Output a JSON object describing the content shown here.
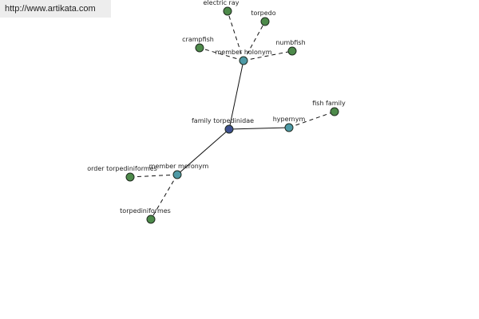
{
  "watermark": {
    "text": "http://www.artikata.com"
  },
  "colors": {
    "center": "#3d4f8f",
    "relation": "#4e9aa6",
    "term": "#4d8a4a",
    "edge": "#111111"
  },
  "graph": {
    "nodes": [
      {
        "id": "family-torpedinidae",
        "label": "family torpedinidae",
        "kind": "center"
      },
      {
        "id": "member-holonym",
        "label": "member holonym",
        "kind": "relation"
      },
      {
        "id": "hypernym",
        "label": "hypernym",
        "kind": "relation"
      },
      {
        "id": "member-meronym",
        "label": "member meronym",
        "kind": "relation"
      },
      {
        "id": "electric-ray",
        "label": "electric ray",
        "kind": "term"
      },
      {
        "id": "torpedo",
        "label": "torpedo",
        "kind": "term"
      },
      {
        "id": "crampfish",
        "label": "crampfish",
        "kind": "term"
      },
      {
        "id": "numbfish",
        "label": "numbfish",
        "kind": "term"
      },
      {
        "id": "fish-family",
        "label": "fish family",
        "kind": "term"
      },
      {
        "id": "order-torpediniformes",
        "label": "order torpediniformes",
        "kind": "term"
      },
      {
        "id": "torpediniformes",
        "label": "torpediniformes",
        "kind": "term"
      }
    ],
    "edges": [
      {
        "from": "family-torpedinidae",
        "to": "member-holonym",
        "style": "solid"
      },
      {
        "from": "family-torpedinidae",
        "to": "hypernym",
        "style": "solid"
      },
      {
        "from": "family-torpedinidae",
        "to": "member-meronym",
        "style": "solid"
      },
      {
        "from": "member-holonym",
        "to": "electric-ray",
        "style": "dashed"
      },
      {
        "from": "member-holonym",
        "to": "torpedo",
        "style": "dashed"
      },
      {
        "from": "member-holonym",
        "to": "crampfish",
        "style": "dashed"
      },
      {
        "from": "member-holonym",
        "to": "numbfish",
        "style": "dashed"
      },
      {
        "from": "hypernym",
        "to": "fish-family",
        "style": "dashed"
      },
      {
        "from": "member-meronym",
        "to": "order-torpediniformes",
        "style": "dashed"
      },
      {
        "from": "member-meronym",
        "to": "torpediniformes",
        "style": "dashed"
      }
    ]
  }
}
